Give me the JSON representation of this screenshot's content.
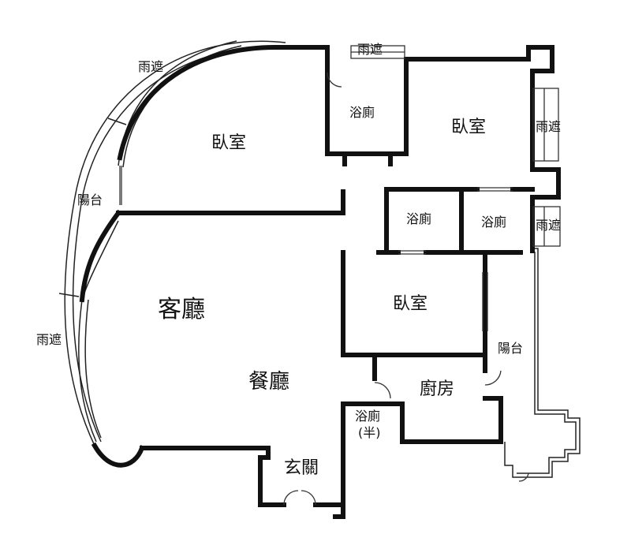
{
  "labels": {
    "rain_top_left": "雨遮",
    "rain_top_center": "雨遮",
    "rain_right_top": "雨遮",
    "rain_right_mid": "雨遮",
    "rain_left": "雨遮",
    "balcony_left": "陽台",
    "balcony_right": "陽台",
    "bedroom_1": "臥室",
    "bedroom_2": "臥室",
    "bedroom_3": "臥室",
    "bath_1": "浴廁",
    "bath_2": "浴廁",
    "bath_3": "浴廁",
    "bath_half": "浴廁",
    "bath_half_note": "(半)",
    "living_room": "客廳",
    "dining_room": "餐廳",
    "kitchen": "廚房",
    "entrance": "玄關"
  },
  "colors": {
    "wall": "#111111",
    "background": "#ffffff"
  }
}
